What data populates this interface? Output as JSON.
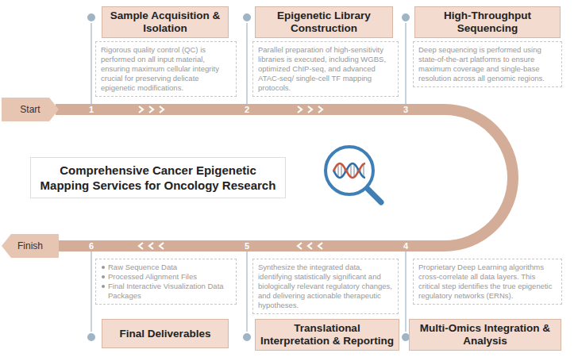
{
  "diagram": {
    "title": "Comprehensive Cancer Epigenetic Mapping Services for Oncology Research",
    "nodes": [
      {
        "text": [
          "Start"
        ]
      },
      {
        "text": [
          "Sample Acquisition & Isolation"
        ]
      },
      {
        "text": [
          "Rigorous quality control (QC) is performed on all input material, ensuring maximum cellular integrity crucial for preserving delicate epigenetic modifications."
        ]
      },
      {
        "text": [
          "Epigenetic Library Construction"
        ]
      },
      {
        "text": [
          "Parallel preparation of high-sensitivity libraries is executed, including WGBS, optimized ChIP-seq, and advanced ATAC-seq/ single-cell TF mapping protocols."
        ]
      },
      {
        "text": [
          "High-Throughput Sequencing"
        ]
      },
      {
        "text": [
          "Deep sequencing is performed using state-of-the-art platforms to ensure maximum coverage and single-base resolution across all genomic regions."
        ]
      },
      {
        "text": [
          "Comprehensive Cancer Epigenetic Mapping Services for Oncology Research"
        ]
      },
      {
        "text": [
          "Finish"
        ]
      },
      {
        "text": [
          "Raw Sequence Data",
          "Processed Alignment Files",
          "Final Interactive Visualization Data Packages"
        ]
      },
      {
        "text": [
          "Synthesize the integrated data, identifying statistically significant and biologically relevant regulatory changes, and delivering actionable therapeutic hypotheses."
        ]
      },
      {
        "text": [
          "Proprietary Deep Learning algorithms cross-correlate all data layers. This critical step identifies the true epigenetic regulatory networks (ERNs)."
        ]
      },
      {
        "text": [
          "Final Deliverables"
        ]
      },
      {
        "text": [
          "Translational Interpretation & Reporting"
        ]
      },
      {
        "text": [
          "Multi-Omics Integration & Analysis"
        ]
      }
    ],
    "labels": [
      "1",
      "2",
      "3",
      "6",
      "5",
      "4"
    ]
  }
}
